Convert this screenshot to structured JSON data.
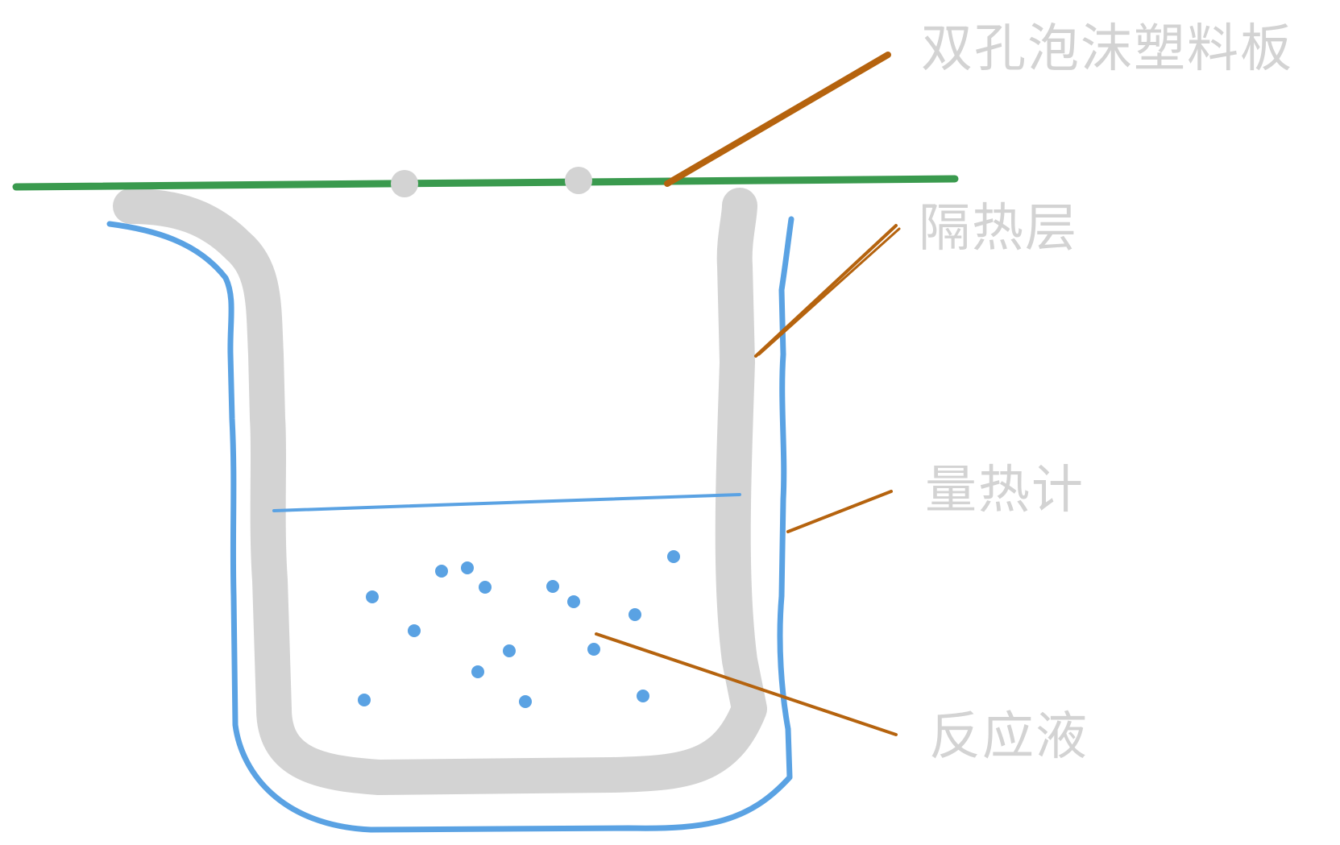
{
  "labels": {
    "foam_board": "双孔泡沫塑料板",
    "insulation": "隔热层",
    "calorimeter": "量热计",
    "solution": "反应液"
  },
  "colors": {
    "foam_board": "#3a9a4e",
    "insulation": "#d3d3d3",
    "calorimeter": "#5aa2e3",
    "leader": "#b5630e",
    "label_text": "#d3d3d3",
    "bubble": "#5aa2e3"
  }
}
